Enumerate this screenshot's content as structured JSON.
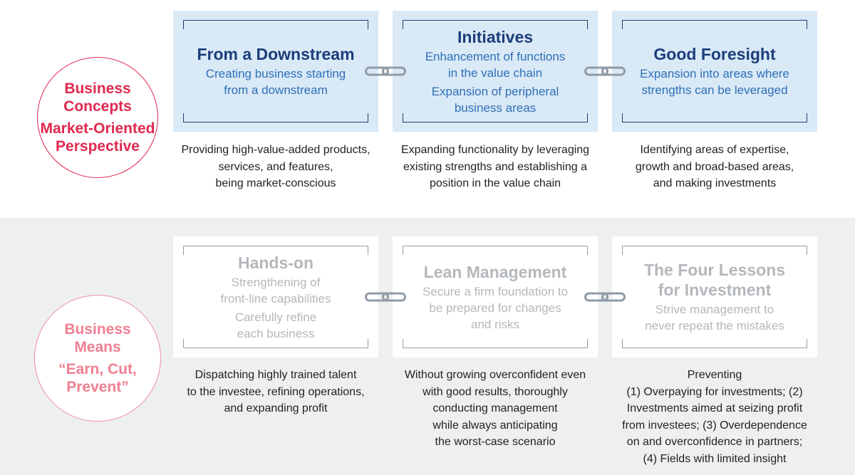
{
  "top": {
    "circle": {
      "line1": "Business",
      "line2": "Concepts",
      "line3": "Market-Oriented",
      "line4": "Perspective"
    },
    "boxes": [
      {
        "title": "From a Downstream",
        "p1": [
          "Creating business starting",
          "from a downstream"
        ]
      },
      {
        "title": "Initiatives",
        "p1": [
          "Enhancement of functions",
          "in the value chain"
        ],
        "p2": [
          "Expansion of peripheral",
          "business areas"
        ]
      },
      {
        "title": "Good Foresight",
        "p1": [
          "Expansion into areas where",
          "strengths can be leveraged"
        ]
      }
    ],
    "descs": [
      [
        "Providing high-value-added products,",
        "services, and features,",
        "being market-conscious"
      ],
      [
        "Expanding functionality by leveraging",
        "existing strengths and establishing a",
        "position in the value chain"
      ],
      [
        "Identifying areas of expertise,",
        "growth and broad-based areas,",
        "and making investments"
      ]
    ]
  },
  "bottom": {
    "circle": {
      "line1": "Business",
      "line2": "Means",
      "line3": "“Earn, Cut,",
      "line4": "Prevent”"
    },
    "boxes": [
      {
        "title": "Hands-on",
        "p1": [
          "Strengthening of",
          "front-line capabilities"
        ],
        "p2": [
          "Carefully refine",
          "each business"
        ]
      },
      {
        "title": "Lean Management",
        "p1": [
          "Secure a firm foundation to",
          "be prepared for changes",
          "and risks"
        ]
      },
      {
        "title": [
          "The Four Lessons",
          "for Investment"
        ],
        "p1": [
          "Strive management to",
          "never repeat the mistakes"
        ]
      }
    ],
    "descs": [
      [
        "Dispatching highly trained talent",
        "to the investee, refining operations,",
        "and expanding profit"
      ],
      [
        "Without growing overconfident even",
        "with good results, thoroughly",
        "conducting management",
        "while always anticipating",
        "the worst-case scenario"
      ],
      [
        "Preventing",
        "(1) Overpaying for investments; (2)",
        "Investments aimed at seizing profit",
        "from investees; (3) Overdependence",
        "on and overconfidence in partners;",
        "(4) Fields with limited insight"
      ]
    ]
  },
  "colors": {
    "accent_red": "#e0294f",
    "accent_pink": "#ef7f92",
    "navy": "#1c3d7b",
    "blue_text": "#2f6fb8",
    "box_blue": "#d9e9f6",
    "gray_text": "#b4b8bc",
    "chain_gray": "#8f9ba6"
  },
  "icons": {
    "connector": "chain-link-icon"
  }
}
